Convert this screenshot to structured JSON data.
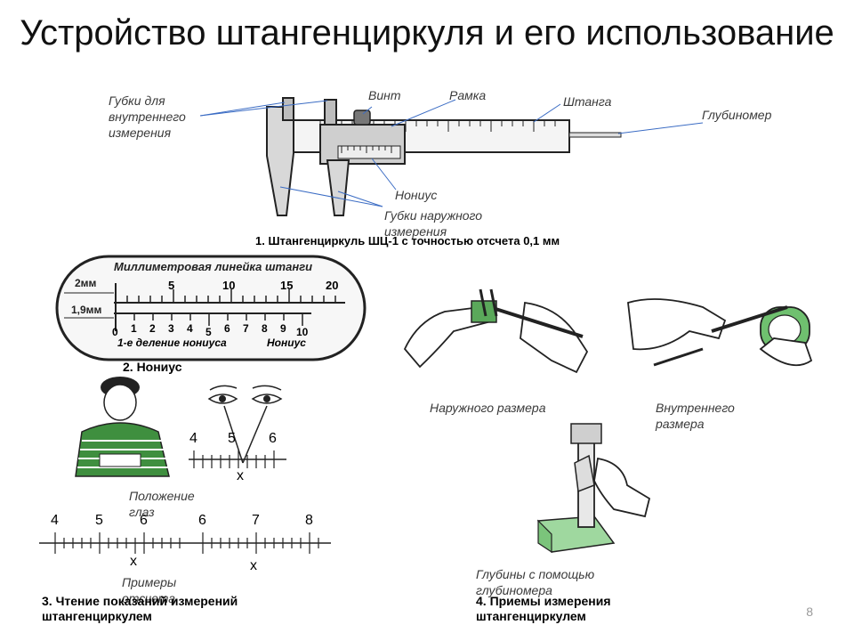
{
  "slide": {
    "title": "Устройство штангенциркуля и его использование",
    "page_number": "8"
  },
  "labels": {
    "inner_jaws": "Губки для внутреннего измерения",
    "screw": "Винт",
    "frame": "Рамка",
    "bar": "Штанга",
    "depth_gauge": "Глубиномер",
    "vernier": "Нониус",
    "outer_jaws": "Губки наружного измерения",
    "outer_size": "Наружного размера",
    "inner_size": "Внутреннего размера",
    "eye_position": "Положение глаз",
    "examples": "Примеры отсчета",
    "depth": "Глубины с помощью глубиномера"
  },
  "captions": {
    "caption1": "1. Штангенциркуль ШЦ-1 с точностью отсчета 0,1 мм",
    "caption2": "2. Нониус",
    "caption3_line1": "3. Чтение показаний измерений",
    "caption3_line2": "штангенциркулем",
    "caption4_line1": "4. Приемы измерения",
    "caption4_line2": "штангенциркулем"
  },
  "scale_drawing": {
    "header": "Миллиметровая линейка штанги",
    "left_mark_1": "2мм",
    "left_mark_2": "1,9мм",
    "first_division": "1-е деление нониуса",
    "vernier_word": "Нониус",
    "main_ticks": [
      "5",
      "10",
      "15",
      "20"
    ],
    "vernier_ticks": [
      "0",
      "1",
      "2",
      "3",
      "4",
      "5",
      "6",
      "7",
      "8",
      "9",
      "10"
    ]
  },
  "reading_examples": {
    "eye_scale": [
      "4",
      "5",
      "6"
    ],
    "example_a": [
      "4",
      "5",
      "6"
    ],
    "example_b": [
      "6",
      "7",
      "8"
    ],
    "mark": "х"
  }
}
